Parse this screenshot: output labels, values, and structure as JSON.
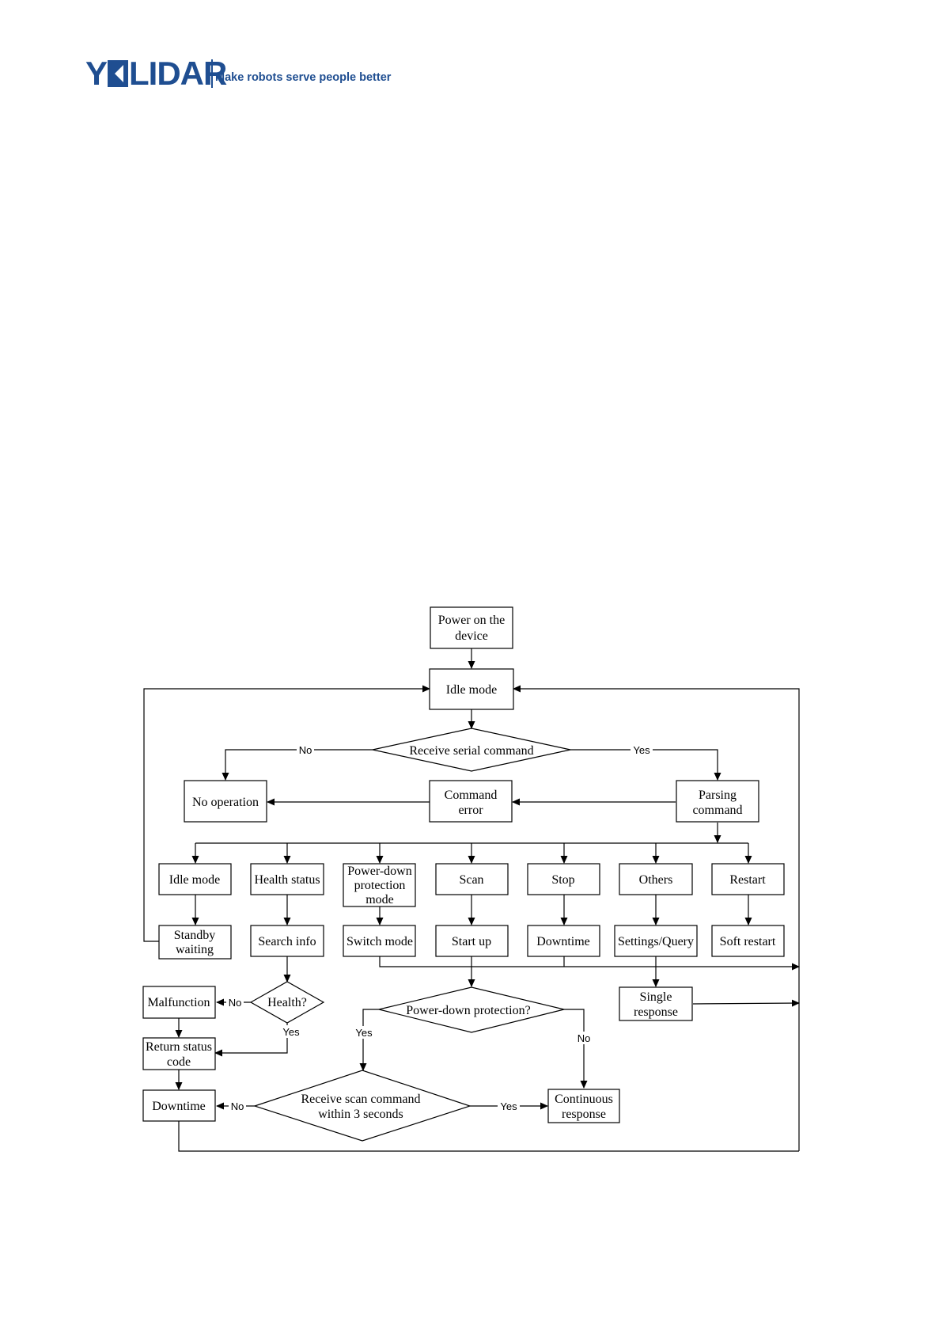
{
  "header": {
    "logo_text_1": "Y",
    "logo_text_2": "LIDAR",
    "tagline": "Make robots serve people better",
    "brand_color": "#1f4e91"
  },
  "flowchart": {
    "power_on": [
      "Power on the",
      "device"
    ],
    "idle_mode_top": "Idle mode",
    "receive_serial": "Receive serial command",
    "no_operation": "No operation",
    "command_error": [
      "Command",
      "error"
    ],
    "parsing_command": [
      "Parsing",
      "command"
    ],
    "cmd_idle_mode": "Idle mode",
    "cmd_health_status": "Health status",
    "cmd_power_down": [
      "Power-down",
      "protection",
      "mode"
    ],
    "cmd_scan": "Scan",
    "cmd_stop": "Stop",
    "cmd_others": "Others",
    "cmd_restart": "Restart",
    "standby_waiting": [
      "Standby",
      "waiting"
    ],
    "search_info": "Search info",
    "switch_mode": "Switch mode",
    "start_up": "Start up",
    "downtime_mid": "Downtime",
    "settings_query": "Settings/Query",
    "soft_restart": "Soft restart",
    "health_q": "Health?",
    "malfunction": "Malfunction",
    "single_response": [
      "Single",
      "response"
    ],
    "power_down_q": "Power-down protection?",
    "return_status_code": [
      "Return status",
      "code"
    ],
    "downtime_bottom": "Downtime",
    "receive_scan_3s": [
      "Receive scan command",
      "within 3 seconds"
    ],
    "continuous_response": [
      "Continuous",
      "response"
    ],
    "label_no": "No",
    "label_yes": "Yes"
  }
}
